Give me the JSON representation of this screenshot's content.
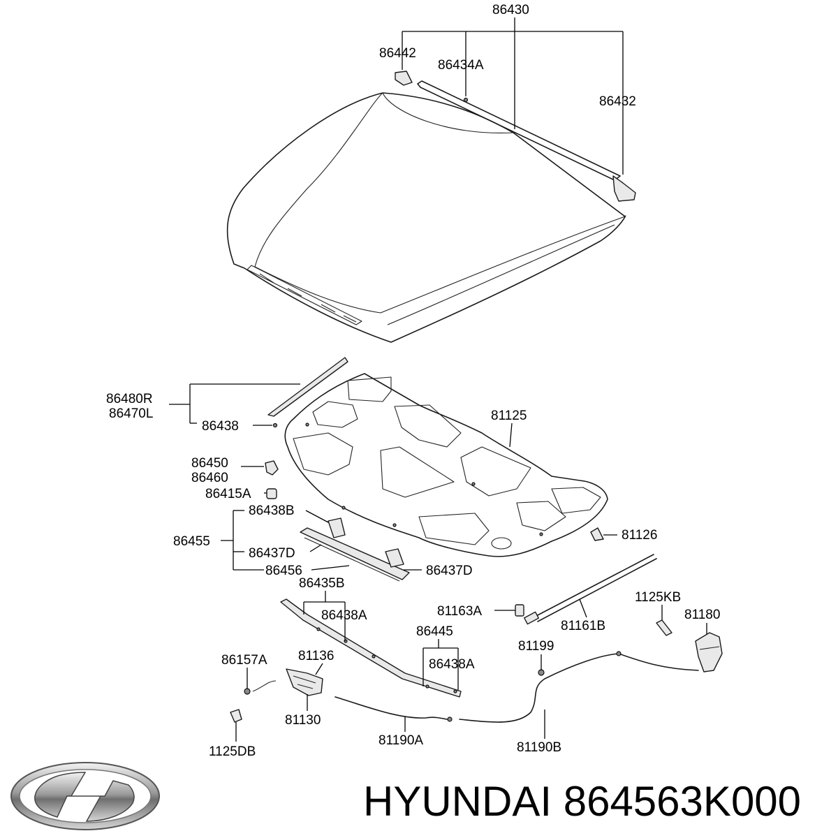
{
  "brand": {
    "name": "HYUNDAI",
    "part_number": "864563K000"
  },
  "logo": {
    "icon": "hyundai-logo-icon"
  },
  "callouts": {
    "p86430": "86430",
    "p86442": "86442",
    "p86434A": "86434A",
    "p86432": "86432",
    "p86480R": "86480R",
    "p86470L": "86470L",
    "p86438": "86438",
    "p81125": "81125",
    "p86450": "86450",
    "p86460": "86460",
    "p86415A": "86415A",
    "p86438B": "86438B",
    "p86455": "86455",
    "p81126": "81126",
    "p86437D_left": "86437D",
    "p86456": "86456",
    "p86437D_right": "86437D",
    "p86435B": "86435B",
    "p86438A_upper": "86438A",
    "p81163A": "81163A",
    "p1125KB": "1125KB",
    "p81180": "81180",
    "p81161B": "81161B",
    "p86445": "86445",
    "p81199": "81199",
    "p86157A": "86157A",
    "p81136": "81136",
    "p86438A_lower": "86438A",
    "p81130": "81130",
    "p81190A": "81190A",
    "p1125DB": "1125DB",
    "p81190B": "81190B"
  }
}
